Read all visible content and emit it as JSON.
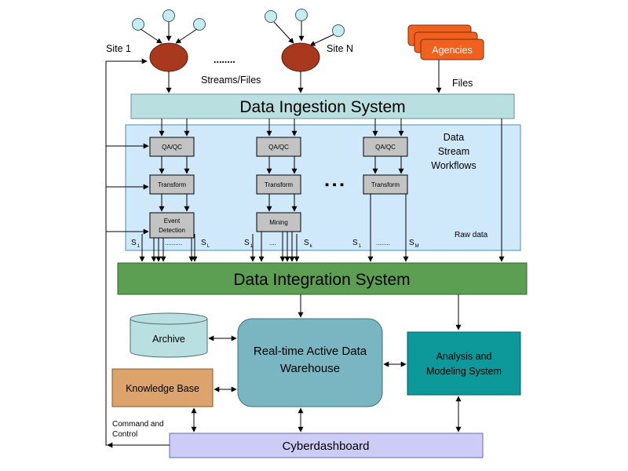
{
  "sources": {
    "site1_label": "Site 1",
    "siteN_label": "Site N",
    "dots": "........",
    "streams_label": "Streams/Files",
    "agencies_label": "Agencies",
    "files_label": "Files"
  },
  "ingestion": {
    "title": "Data Ingestion System"
  },
  "workflows": {
    "title_lines": [
      "Data",
      "Stream",
      "Workflows"
    ],
    "raw_data": "Raw data",
    "qaqc": "QA/QC",
    "transform": "Transform",
    "event_lines": [
      "Event",
      "Detection"
    ],
    "mining": "Mining",
    "ellipsis": "▪ ▪ ▪",
    "s_labels": [
      {
        "base": "S",
        "sub": "1"
      },
      {
        "base": "S",
        "sub": "L"
      },
      {
        "base": "S",
        "sub": "1"
      },
      {
        "base": "S",
        "sub": "k"
      },
      {
        "base": "S",
        "sub": "1"
      },
      {
        "base": "S",
        "sub": "M"
      }
    ],
    "dots1": "..........",
    "dots2": "....",
    "dots3": "........"
  },
  "integration": {
    "title": "Data Integration System"
  },
  "archive": {
    "label": "Archive"
  },
  "warehouse": {
    "lines": [
      "Real-time Active Data",
      "Warehouse"
    ]
  },
  "analysis": {
    "lines": [
      "Analysis and",
      "Modeling System"
    ]
  },
  "knowledge": {
    "label": "Knowledge Base"
  },
  "command": {
    "lines": [
      "Command and",
      "Control"
    ]
  },
  "dashboard": {
    "label": "Cyberdashboard"
  },
  "colors": {
    "ingestion": "#b9dfe0",
    "workflows": "#cfe9fb",
    "integration": "#5c9f52",
    "warehouse": "#7ab6c2",
    "analysis": "#0d9999",
    "knowledge": "#dca36c",
    "dashboard": "#ccccf6",
    "agencies": "#f0601e",
    "site": "#a8391f",
    "node": "#c6ecf2"
  }
}
